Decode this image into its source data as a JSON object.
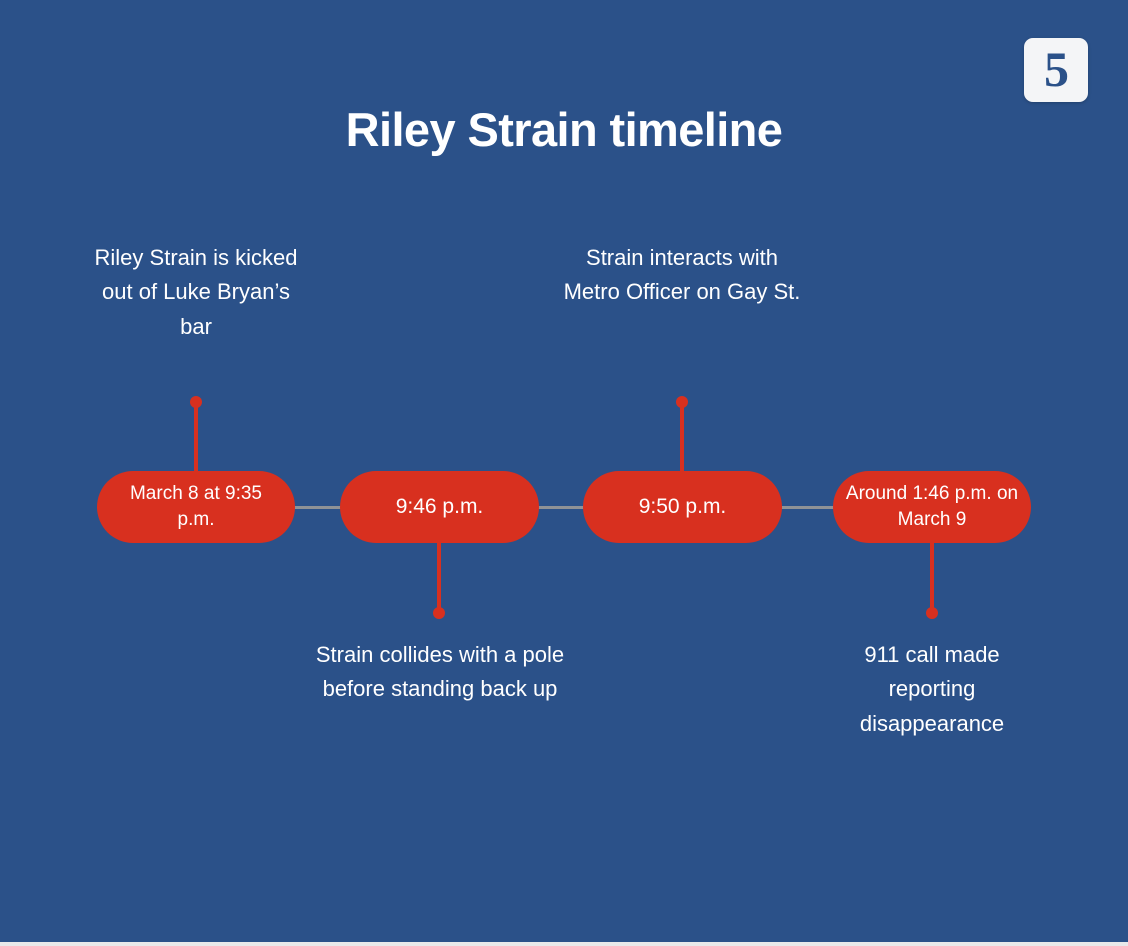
{
  "graphic": {
    "title": "Riley Strain timeline",
    "logo": {
      "name": "channel-5-logo",
      "character": "5"
    },
    "colors": {
      "background": "#2b5189",
      "pill": "#d8301f",
      "pin": "#d8301f",
      "link": "#8f9296",
      "text": "#ffffff",
      "bottom_strip": "#e9e9ea"
    }
  },
  "timeline": {
    "events": [
      {
        "id": "event-1",
        "pill_label": "March 8 at 9:35 p.m.",
        "caption": "Riley Strain is kicked out of Luke Bryan’s bar",
        "caption_position": "above"
      },
      {
        "id": "event-2",
        "pill_label": "9:46 p.m.",
        "caption": "Strain collides with a pole before standing back up",
        "caption_position": "below"
      },
      {
        "id": "event-3",
        "pill_label": "9:50 p.m.",
        "caption": "Strain interacts with Metro Officer on Gay St.",
        "caption_position": "above"
      },
      {
        "id": "event-4",
        "pill_label": "Around 1:46 p.m. on March 9",
        "caption": "911 call made reporting disappearance",
        "caption_position": "below"
      }
    ]
  }
}
